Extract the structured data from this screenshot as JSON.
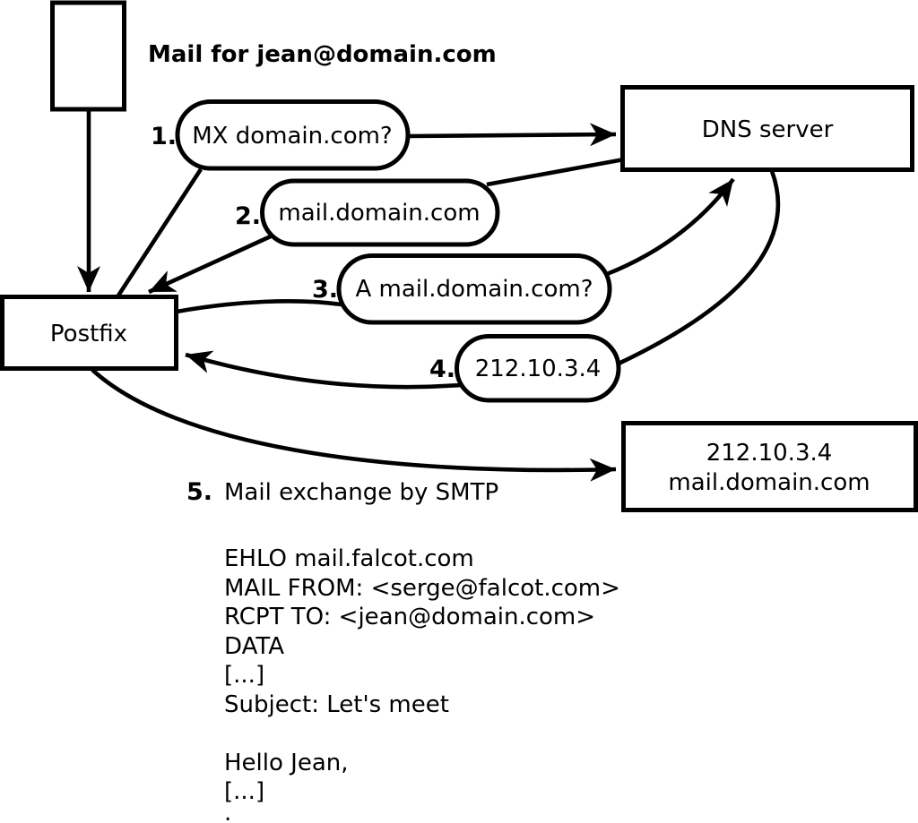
{
  "diagram": {
    "title": "Mail for jean@domain.com",
    "nodes": {
      "source_mail": "Mail for jean@domain.com",
      "postfix": "Postfix",
      "dns_server": "DNS server",
      "target_ip": "212.10.3.4",
      "target_host": "mail.domain.com"
    },
    "steps": [
      {
        "num": "1.",
        "label": "MX domain.com?"
      },
      {
        "num": "2.",
        "label": "mail.domain.com"
      },
      {
        "num": "3.",
        "label": "A mail.domain.com?"
      },
      {
        "num": "4.",
        "label": "212.10.3.4"
      },
      {
        "num": "5.",
        "label": "Mail exchange by SMTP"
      }
    ],
    "smtp": {
      "lines": [
        "EHLO mail.falcot.com",
        "MAIL FROM: <serge@falcot.com>",
        "RCPT TO: <jean@domain.com>",
        "DATA",
        "[...]",
        "Subject: Let's meet",
        "",
        "Hello Jean,",
        "[...]",
        "."
      ]
    },
    "colors": {
      "stroke": "#000000",
      "background": "#ffffff"
    }
  }
}
